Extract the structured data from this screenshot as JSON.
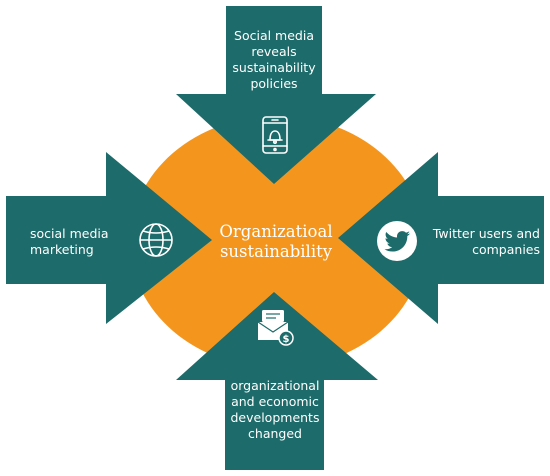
{
  "center": {
    "lines": [
      "Organizatioal",
      "sustainability"
    ]
  },
  "arrows": {
    "top": {
      "lines": [
        "Social media",
        "reveals",
        "sustainability",
        "policies"
      ],
      "icon": "smartphone-notification-icon"
    },
    "left": {
      "lines": [
        "social media",
        "marketing"
      ],
      "icon": "globe-icon"
    },
    "right": {
      "lines": [
        "Twitter users and",
        "companies"
      ],
      "icon": "twitter-bird-icon"
    },
    "bottom": {
      "lines": [
        "organizational",
        "and economic",
        "developments",
        "changed"
      ],
      "icon": "document-money-icon"
    }
  },
  "colors": {
    "teal": "#1d6b6a",
    "orange": "#f4961e",
    "white": "#ffffff"
  }
}
